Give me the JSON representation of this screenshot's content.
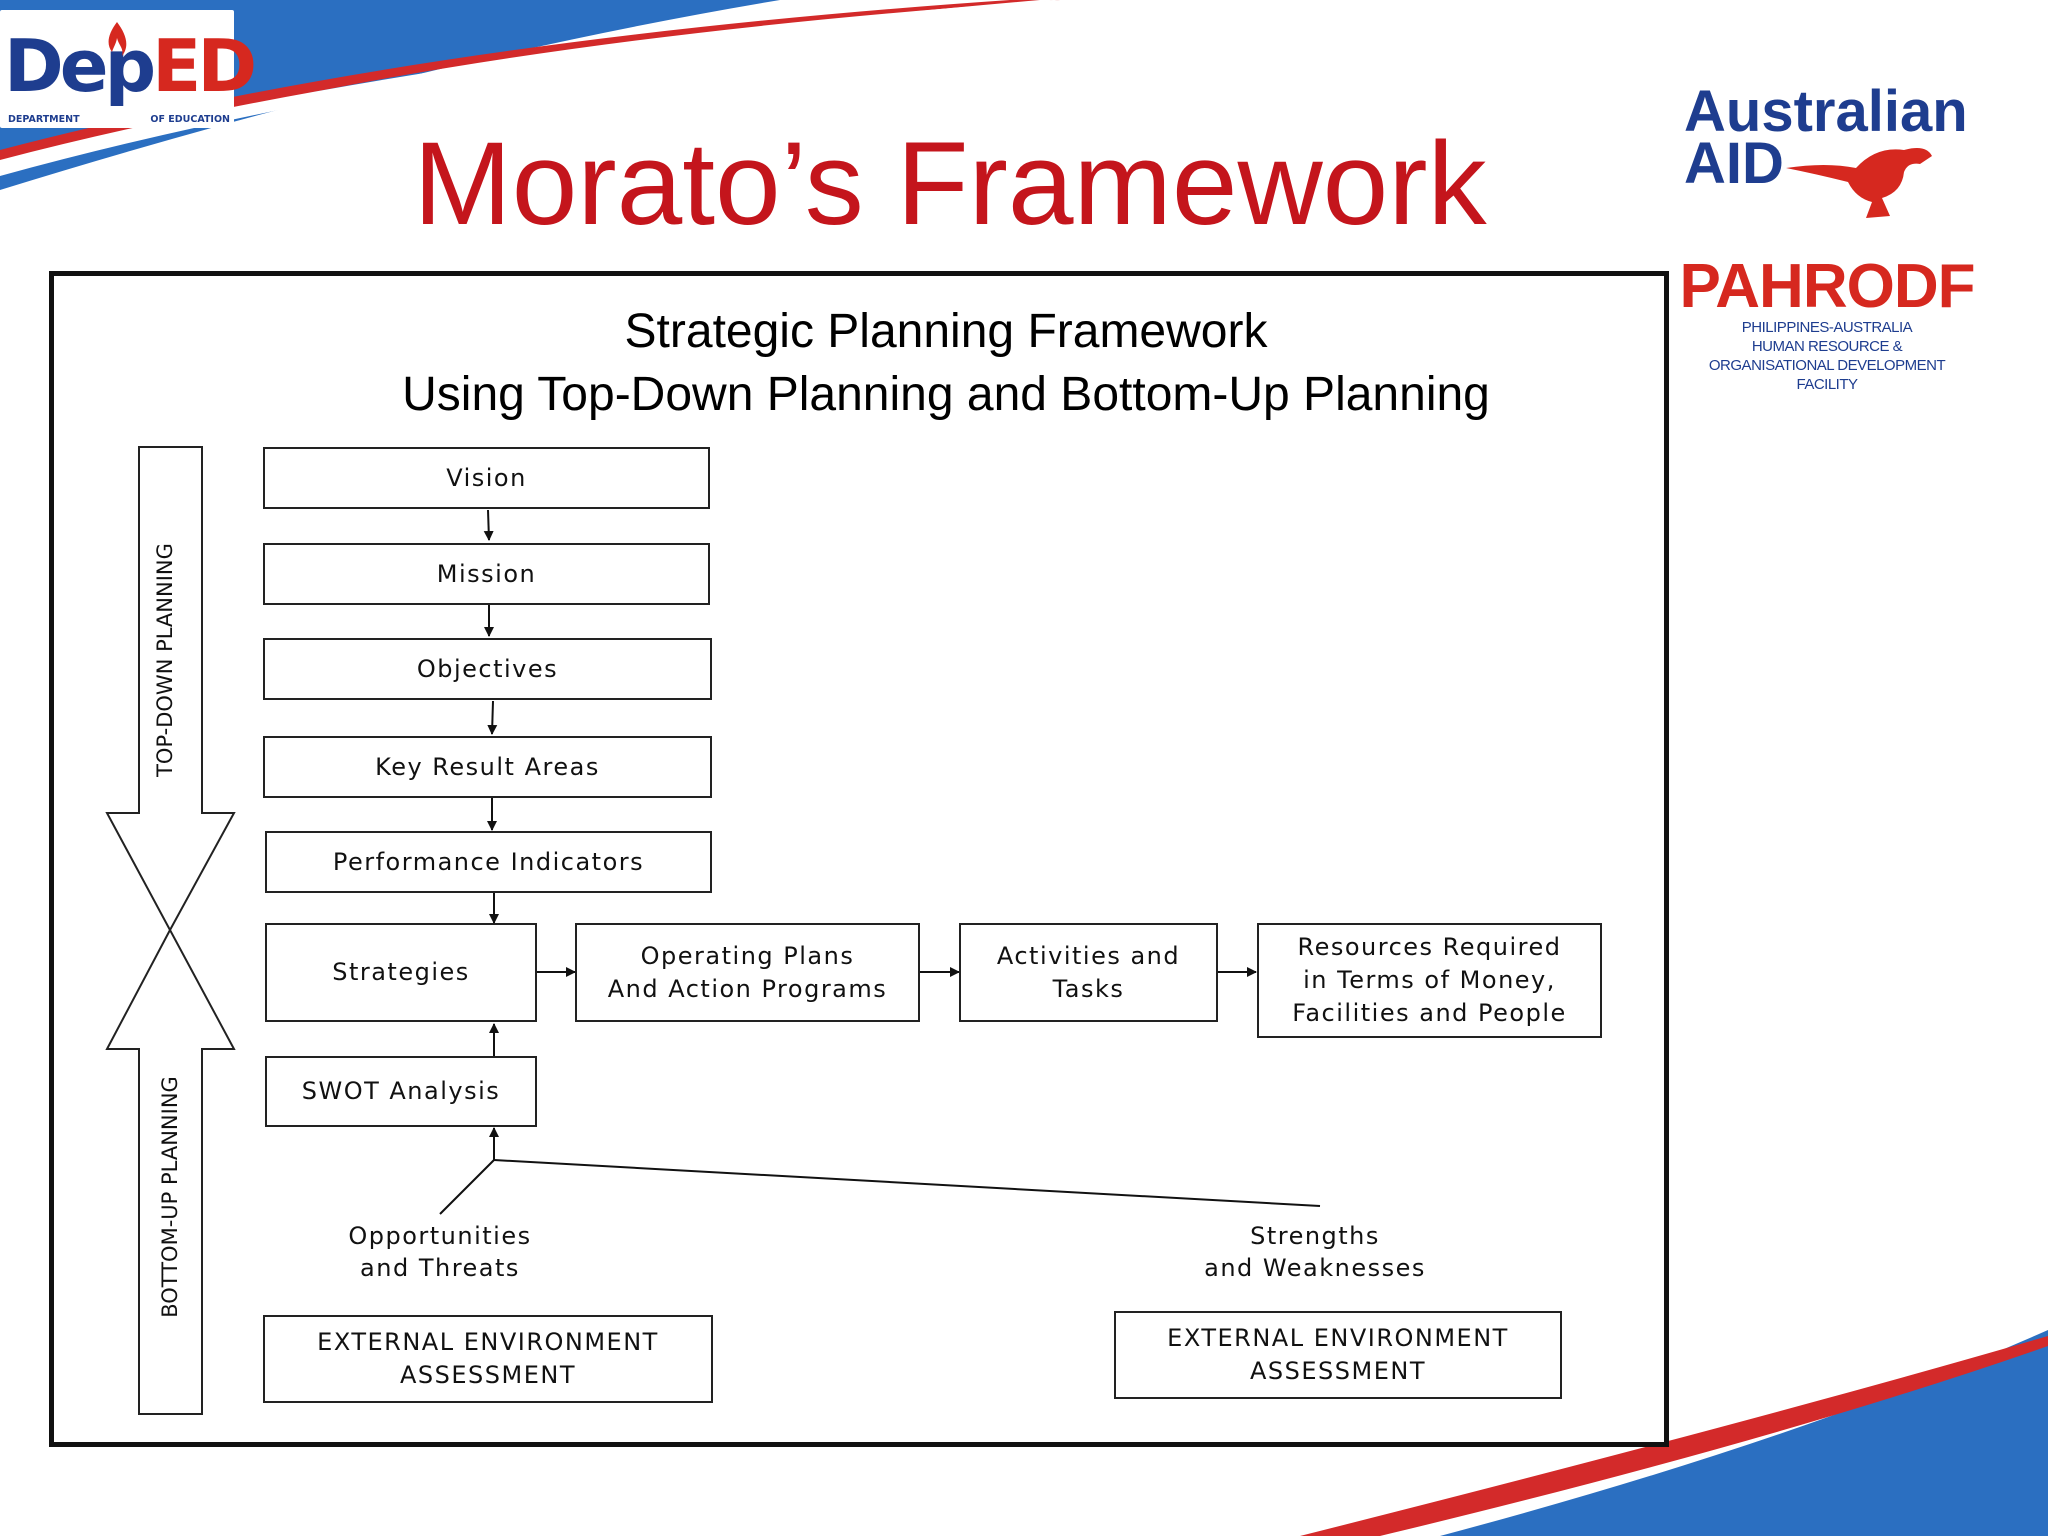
{
  "header": {
    "title": "Morato’s Framework",
    "deped_logo": {
      "main_left": "Dep",
      "main_right": "ED",
      "sub_left": "DEPARTMENT",
      "sub_right": "OF EDUCATION"
    },
    "australian_aid": {
      "line1": "Australian",
      "line2": "AID"
    },
    "pahrodf": {
      "name": "PAHRODF",
      "sub": [
        "PHILIPPINES-AUSTRALIA",
        "HUMAN RESOURCE &",
        "ORGANISATIONAL DEVELOPMENT",
        "FACILITY"
      ]
    }
  },
  "diagram": {
    "title_line1": "Strategic Planning Framework",
    "title_line2": "Using Top-Down Planning and Bottom-Up Planning",
    "side_labels": {
      "top": "TOP-DOWN PLANNING",
      "bottom": "BOTTOM-UP PLANNING"
    },
    "boxes": {
      "vision": "Vision",
      "mission": "Mission",
      "objectives": "Objectives",
      "key_result_areas": "Key Result Areas",
      "performance_indicators": "Performance Indicators",
      "strategies": "Strategies",
      "operating_plans": "Operating Plans\nAnd Action Programs",
      "activities": "Activities and\nTasks",
      "resources": "Resources Required\nin Terms of Money,\nFacilities and People",
      "swot": "SWOT Analysis",
      "external_left": "EXTERNAL ENVIRONMENT\nASSESSMENT",
      "external_right": "EXTERNAL ENVIRONMENT\nASSESSMENT"
    },
    "labels": {
      "opportunities": "Opportunities\nand Threats",
      "strengths": "Strengths\nand Weaknesses"
    }
  },
  "colors": {
    "title_red": "#c4151c",
    "deped_blue": "#1e3d8f",
    "deped_red": "#d6281f",
    "wave_blue": "#2b6fc1",
    "wave_red": "#d32a2a"
  }
}
